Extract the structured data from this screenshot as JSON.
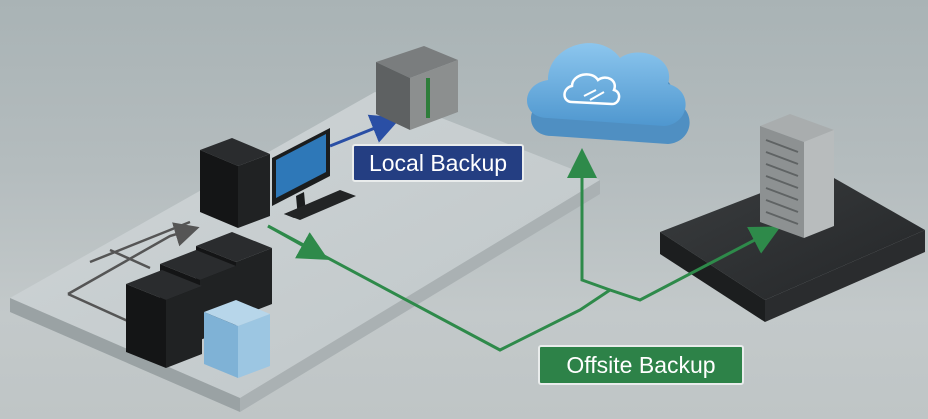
{
  "diagram": {
    "labels": {
      "local_backup": "Local Backup",
      "offsite_backup": "Offsite Backup"
    },
    "nodes": [
      {
        "id": "workstation",
        "icon": "desktop-computer-icon"
      },
      {
        "id": "local-backup-server",
        "icon": "server-icon"
      },
      {
        "id": "server-cluster",
        "icon": "server-rack-icon"
      },
      {
        "id": "cloud-storage",
        "icon": "cloud-icon"
      },
      {
        "id": "offsite-datacenter",
        "icon": "datacenter-server-icon"
      }
    ],
    "edges": [
      {
        "from": "workstation",
        "to": "local-backup-server",
        "label_key": "local_backup",
        "color": "#2a4fa5"
      },
      {
        "from": "server-cluster",
        "to": "workstation",
        "color": "#555555"
      },
      {
        "from": "workstation",
        "to": "cloud-storage",
        "label_key": "offsite_backup",
        "color": "#2e8a4a"
      },
      {
        "from": "workstation",
        "to": "offsite-datacenter",
        "label_key": "offsite_backup",
        "color": "#2e8a4a"
      }
    ],
    "colors": {
      "local_arrow": "#2a4fa5",
      "offsite_arrow": "#2e8a4a",
      "local_label_bg": "#243e82",
      "offsite_label_bg": "#2d8248",
      "cloud": "#6fb0de"
    }
  }
}
